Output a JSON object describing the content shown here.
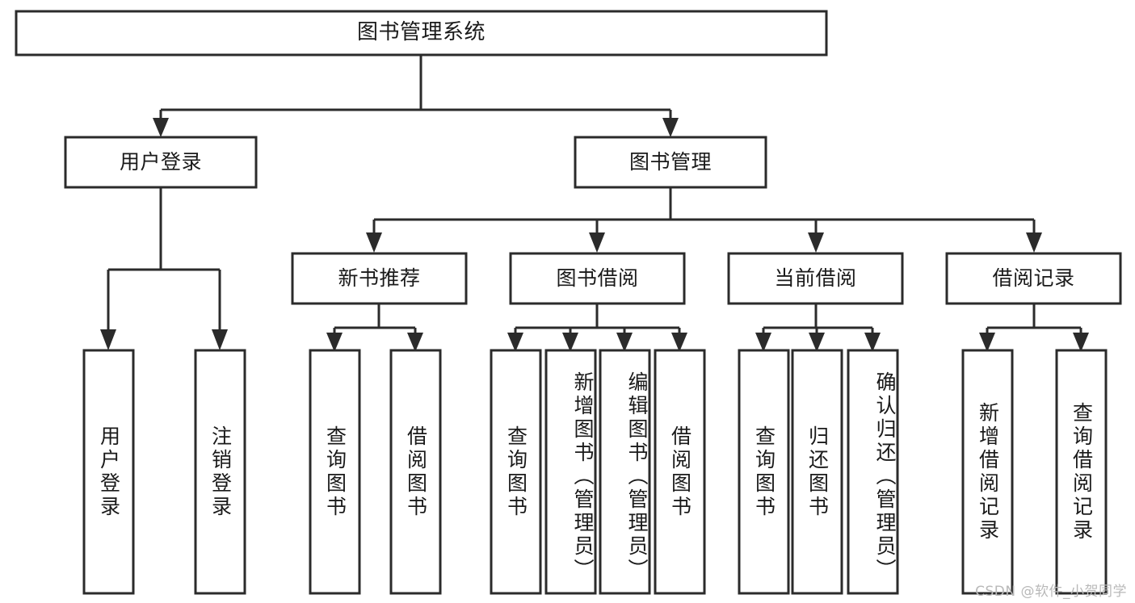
{
  "diagram": {
    "type": "tree-hierarchy",
    "title": "图书管理系统",
    "watermark": "CSDN @软件_小贺同学",
    "colors": {
      "stroke": "#2b2b2b",
      "fill": "#ffffff",
      "text": "#1a1a1a",
      "watermark": "#b9b9b9",
      "background": "#ffffff"
    },
    "levels": [
      {
        "level": 0,
        "nodes": [
          {
            "id": "root",
            "label": "图书管理系统",
            "orientation": "horizontal"
          }
        ]
      },
      {
        "level": 1,
        "nodes": [
          {
            "id": "login",
            "label": "用户登录",
            "orientation": "horizontal",
            "parent": "root"
          },
          {
            "id": "bookmgmt",
            "label": "图书管理",
            "orientation": "horizontal",
            "parent": "root"
          }
        ]
      },
      {
        "level": 2,
        "nodes": [
          {
            "id": "newbook",
            "label": "新书推荐",
            "orientation": "horizontal",
            "parent": "bookmgmt"
          },
          {
            "id": "borrow",
            "label": "图书借阅",
            "orientation": "horizontal",
            "parent": "bookmgmt"
          },
          {
            "id": "current",
            "label": "当前借阅",
            "orientation": "horizontal",
            "parent": "bookmgmt"
          },
          {
            "id": "records",
            "label": "借阅记录",
            "orientation": "horizontal",
            "parent": "bookmgmt"
          }
        ]
      },
      {
        "level": 3,
        "nodes": [
          {
            "id": "leaf-1",
            "label": "用户登录",
            "orientation": "vertical",
            "parent": "login"
          },
          {
            "id": "leaf-2",
            "label": "注销登录",
            "orientation": "vertical",
            "parent": "login"
          },
          {
            "id": "leaf-3",
            "label": "查询图书",
            "orientation": "vertical",
            "parent": "newbook"
          },
          {
            "id": "leaf-4",
            "label": "借阅图书",
            "orientation": "vertical",
            "parent": "newbook"
          },
          {
            "id": "leaf-5",
            "label": "查询图书",
            "orientation": "vertical",
            "parent": "borrow"
          },
          {
            "id": "leaf-6",
            "label": "新增图书（管理员）",
            "orientation": "vertical",
            "parent": "borrow"
          },
          {
            "id": "leaf-7",
            "label": "编辑图书（管理员）",
            "orientation": "vertical",
            "parent": "borrow"
          },
          {
            "id": "leaf-8",
            "label": "借阅图书",
            "orientation": "vertical",
            "parent": "borrow"
          },
          {
            "id": "leaf-9",
            "label": "查询图书",
            "orientation": "vertical",
            "parent": "current"
          },
          {
            "id": "leaf-10",
            "label": "归还图书",
            "orientation": "vertical",
            "parent": "current"
          },
          {
            "id": "leaf-11",
            "label": "确认归还（管理员）",
            "orientation": "vertical",
            "parent": "current"
          },
          {
            "id": "leaf-12",
            "label": "新增借阅记录",
            "orientation": "vertical",
            "parent": "records"
          },
          {
            "id": "leaf-13",
            "label": "查询借阅记录",
            "orientation": "vertical",
            "parent": "records"
          }
        ]
      }
    ]
  }
}
